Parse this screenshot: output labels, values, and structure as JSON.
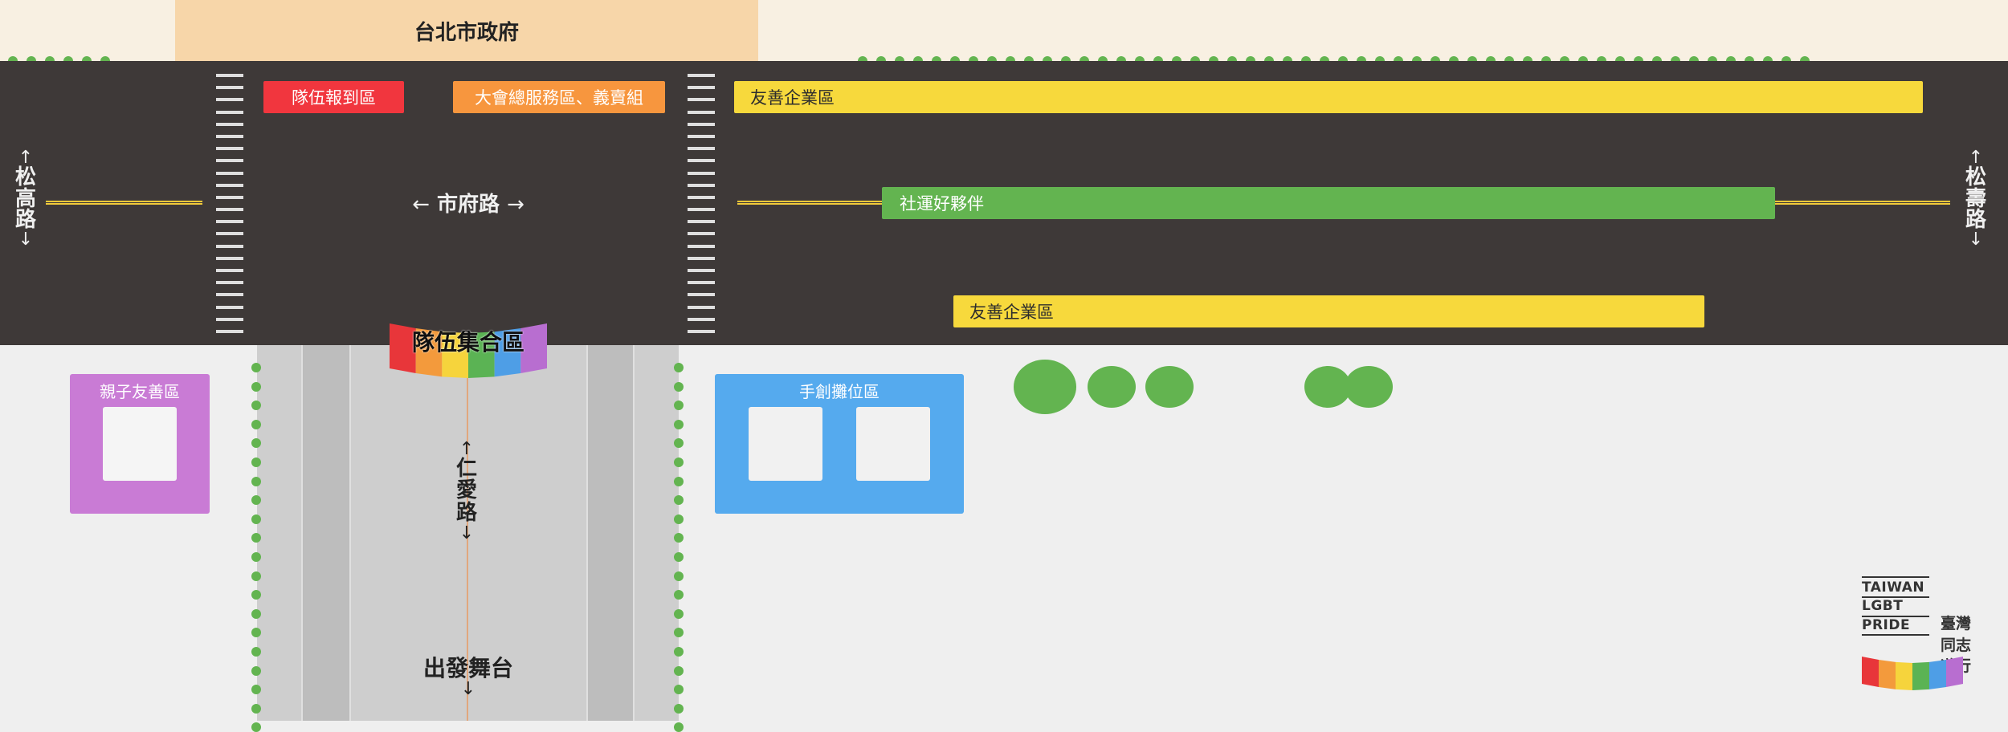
{
  "top": {
    "city_hall": "台北市政府"
  },
  "roads": {
    "shifu": {
      "name": "市府路",
      "arrow_left": "←",
      "arrow_right": "→"
    },
    "songgao": {
      "chars": [
        "松",
        "高",
        "路"
      ],
      "up": "↑",
      "down": "↓"
    },
    "songshou": {
      "chars": [
        "松",
        "壽",
        "路"
      ],
      "up": "↑",
      "down": "↓"
    },
    "renai": {
      "chars": [
        "仁",
        "愛",
        "路"
      ],
      "up": "↑",
      "down": "↓"
    }
  },
  "zones": {
    "team_checkin": "隊伍報到區",
    "service_volunteer": "大會總服務區、義賣組",
    "friendly_business_top": "友善企業區",
    "social_partners": "社運好夥伴",
    "friendly_business_bottom": "友善企業區",
    "family_friendly": "親子友善區",
    "handmade_stalls": "手創攤位區",
    "team_assembly": "隊伍集合區",
    "departure_stage": "出發舞台",
    "departure_arrow": "↓"
  },
  "logo": {
    "en_lines": [
      "TAIWAN",
      "LGBT",
      "PRIDE"
    ],
    "zh_lines": [
      "臺灣",
      "同志",
      "遊行"
    ]
  },
  "colors": {
    "road": "#3e3938",
    "plaza": "#cecece",
    "tree": "#63b450",
    "team_checkin": "#f1363e",
    "service_volunteer": "#f7963e",
    "friendly_business": "#f7d93c",
    "social_partners": "#63b450",
    "family_friendly": "#c97bd5",
    "handmade_stalls": "#55aaee",
    "rainbow": [
      "#e8363a",
      "#f39a3c",
      "#f6d43c",
      "#5bb354",
      "#4e9ee6",
      "#b86ed0"
    ]
  },
  "icons": [
    "tree-icon",
    "rainbow-flag-icon",
    "arrow-icon"
  ]
}
